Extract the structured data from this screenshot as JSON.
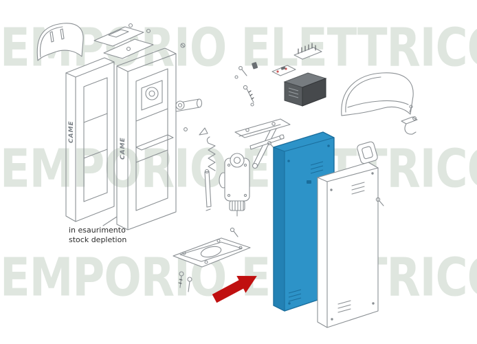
{
  "watermark": {
    "text": "EMPORIO ELETTRICO",
    "rows": 3
  },
  "annotation": {
    "line1": "in esaurimento",
    "line2": "stock depletion"
  },
  "brand": {
    "label": "CAME"
  },
  "colors": {
    "watermark": "#dfe6df",
    "line": "#8a8f93",
    "line_dark": "#565a5e",
    "highlight_panel": "#2d93c8",
    "highlight_panel_dark": "#2381b4",
    "highlight_panel_edge": "#1a6d9c",
    "arrow": "#c01010"
  },
  "parts": [
    "top-cover-small",
    "lid-plates",
    "cabinet-frame-rear",
    "cabinet-frame-front",
    "output-shaft",
    "spring",
    "release-rod",
    "hook-lever",
    "gearmotor",
    "linkage-levers",
    "mounting-bracket",
    "long-screws",
    "circuit-board",
    "relay",
    "control-unit",
    "terminal-block",
    "base-plate",
    "anchor-bolts",
    "door-panel-highlighted",
    "door-panel-secondary",
    "dome-cover",
    "gasket-frame",
    "hinge-bracket",
    "red-arrow"
  ]
}
